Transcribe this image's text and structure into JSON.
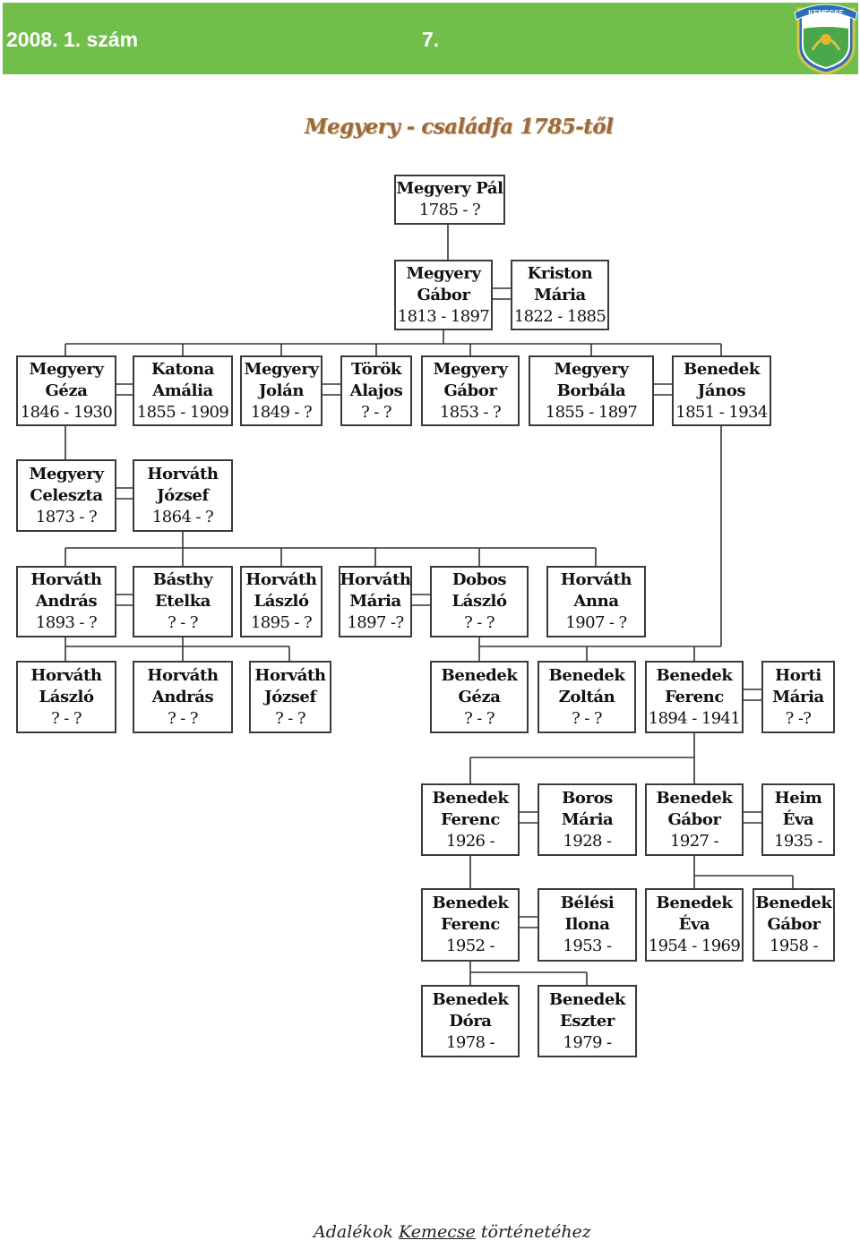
{
  "header": {
    "issue": "2008. 1. szám",
    "page": "7.",
    "crest_text": "KEMECSE",
    "color": "#6fbf4a"
  },
  "title": "Megyery - családfa 1785-től",
  "footer": {
    "part1": "Adalékok",
    "part2": "Kemecse",
    "part3": "történetéhez"
  },
  "people": [
    {
      "lines": [
        "Megyery Pál"
      ],
      "dates": "1785 - ?"
    },
    {
      "lines": [
        "Megyery",
        "Gábor"
      ],
      "dates": "1813 - 1897"
    },
    {
      "lines": [
        "Kriston",
        "Mária"
      ],
      "dates": "1822 - 1885"
    },
    {
      "lines": [
        "Megyery",
        "Géza"
      ],
      "dates": "1846 - 1930"
    },
    {
      "lines": [
        "Katona",
        "Amália"
      ],
      "dates": "1855 - 1909"
    },
    {
      "lines": [
        "Megyery",
        "Jolán"
      ],
      "dates": "1849 - ?"
    },
    {
      "lines": [
        "Török",
        "Alajos"
      ],
      "dates": "? - ?"
    },
    {
      "lines": [
        "Megyery",
        "Gábor"
      ],
      "dates": "1853 - ?"
    },
    {
      "lines": [
        "Megyery",
        "Borbála"
      ],
      "dates": "1855 - 1897"
    },
    {
      "lines": [
        "Benedek",
        "János"
      ],
      "dates": "1851 - 1934"
    },
    {
      "lines": [
        "Megyery",
        "Celeszta"
      ],
      "dates": "1873 - ?"
    },
    {
      "lines": [
        "Horváth",
        "József"
      ],
      "dates": "1864 - ?"
    },
    {
      "lines": [
        "Horváth",
        "András"
      ],
      "dates": "1893 - ?"
    },
    {
      "lines": [
        "Básthy",
        "Etelka"
      ],
      "dates": "? - ?"
    },
    {
      "lines": [
        "Horváth",
        "László"
      ],
      "dates": "1895 - ?"
    },
    {
      "lines": [
        "Horváth",
        "Mária"
      ],
      "dates": "1897 -?"
    },
    {
      "lines": [
        "Dobos",
        "László"
      ],
      "dates": "? - ?"
    },
    {
      "lines": [
        "Horváth",
        "Anna"
      ],
      "dates": "1907 - ?"
    },
    {
      "lines": [
        "Horváth",
        "László"
      ],
      "dates": "? - ?"
    },
    {
      "lines": [
        "Horváth",
        "András"
      ],
      "dates": "? - ?"
    },
    {
      "lines": [
        "Horváth",
        "József"
      ],
      "dates": "? - ?"
    },
    {
      "lines": [
        "Benedek",
        "Géza"
      ],
      "dates": "? - ?"
    },
    {
      "lines": [
        "Benedek",
        "Zoltán"
      ],
      "dates": "? - ?"
    },
    {
      "lines": [
        "Benedek",
        "Ferenc"
      ],
      "dates": "1894 - 1941"
    },
    {
      "lines": [
        "Horti",
        "Mária"
      ],
      "dates": "? -?"
    },
    {
      "lines": [
        "Benedek",
        "Ferenc"
      ],
      "dates": "1926 -"
    },
    {
      "lines": [
        "Boros",
        "Mária"
      ],
      "dates": "1928 -"
    },
    {
      "lines": [
        "Benedek",
        "Gábor"
      ],
      "dates": "1927 -"
    },
    {
      "lines": [
        "Heim",
        "Éva"
      ],
      "dates": "1935 -"
    },
    {
      "lines": [
        "Benedek",
        "Ferenc"
      ],
      "dates": "1952 -"
    },
    {
      "lines": [
        "Bélési",
        "Ilona"
      ],
      "dates": "1953 -"
    },
    {
      "lines": [
        "Benedek",
        "Éva"
      ],
      "dates": "1954 - 1969"
    },
    {
      "lines": [
        "Benedek",
        "Gábor"
      ],
      "dates": "1958 -"
    },
    {
      "lines": [
        "Benedek",
        "Dóra"
      ],
      "dates": "1978 -"
    },
    {
      "lines": [
        "Benedek",
        "Eszter"
      ],
      "dates": "1979 -"
    }
  ]
}
